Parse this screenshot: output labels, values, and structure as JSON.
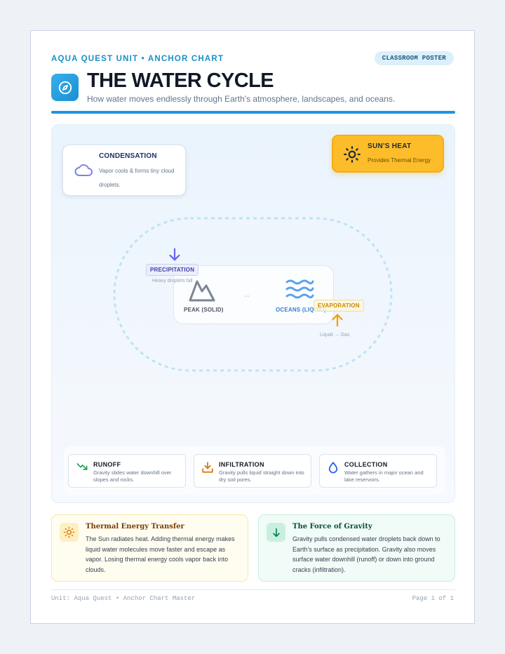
{
  "header": {
    "eyebrow": "AQUA QUEST UNIT • ANCHOR CHART",
    "badge": "CLASSROOM POSTER",
    "logo_icon": "compass-icon",
    "title": "THE WATER CYCLE",
    "subtitle": "How water moves endlessly through Earth's atmosphere, landscapes, and oceans."
  },
  "diagram": {
    "condensation": {
      "icon": "cloud-icon",
      "title": "CONDENSATION",
      "text": "Vapor cools & forms tiny cloud droplets."
    },
    "sun": {
      "icon": "sun-icon",
      "title": "SUN'S HEAT",
      "text": "Provides Thermal Energy"
    },
    "center": {
      "peak_label": "PEAK (SOLID)",
      "ocean_label": "OCEANS (LIQUID)",
      "swap_symbol": "↔"
    },
    "precipitation": {
      "label": "PRECIPITATION",
      "sub": "Heavy droplets fall"
    },
    "evaporation": {
      "label": "EVAPORATION",
      "sub": "Liquid → Gas"
    },
    "stages": [
      {
        "icon": "trend-down-icon",
        "title": "RUNOFF",
        "text": "Gravity slides water downhill over slopes and rocks.",
        "color": "#16a34a"
      },
      {
        "icon": "tray-download-icon",
        "title": "INFILTRATION",
        "text": "Gravity pulls liquid straight down into dry soil pores.",
        "color": "#d97706"
      },
      {
        "icon": "droplet-icon",
        "title": "COLLECTION",
        "text": "Water gathers in major ocean and lake reservoirs.",
        "color": "#2563eb"
      }
    ]
  },
  "info": {
    "thermal": {
      "icon": "sun-icon",
      "title": "Thermal Energy Transfer",
      "text": "The Sun radiates heat. Adding thermal energy makes liquid water molecules move faster and escape as vapor. Losing thermal energy cools vapor back into clouds."
    },
    "gravity": {
      "icon": "arrow-down-icon",
      "title": "The Force of Gravity",
      "text": "Gravity pulls condensed water droplets back down to Earth's surface as precipitation. Gravity also moves surface water downhill (runoff) or down into ground cracks (infiltration)."
    }
  },
  "footer": {
    "left": "Unit: Aqua Quest • Anchor Chart Master",
    "right": "Page 1 of 1"
  },
  "colors": {
    "accent": "#1e96de",
    "sun": "#fdbd2a",
    "precip": "#6366f1",
    "evap": "#f59e0b",
    "cycle_path": "#bfe3f5"
  }
}
